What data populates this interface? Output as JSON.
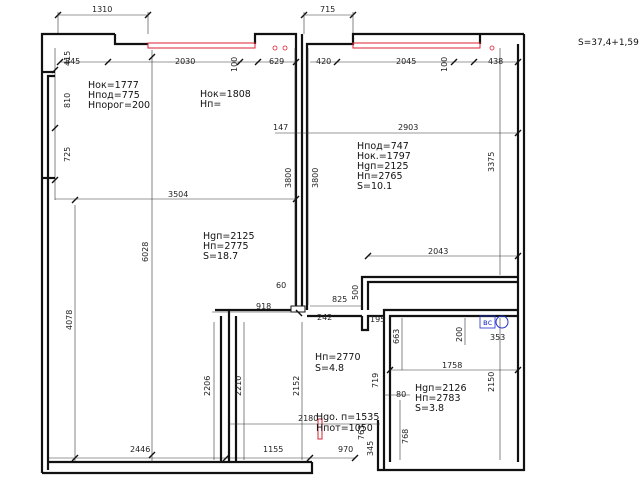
{
  "total_area": "S=37,4+1,59",
  "outer_dims": {
    "top_left": "1310",
    "top_right": "715",
    "left_top": "415",
    "left_810": "810",
    "left_725": "725",
    "left_4078": "4078",
    "bottom_2446": "2446",
    "bottom_1155": "1155",
    "bottom_970": "970"
  },
  "dims": {
    "d845": "845",
    "d2030": "2030",
    "d100a": "100",
    "d629": "629",
    "d420": "420",
    "d2045": "2045",
    "d100b": "100",
    "d438": "438",
    "d147": "147",
    "d2903": "2903",
    "d3800a": "3800",
    "d3800b": "3800",
    "d3375": "3375",
    "d3504": "3504",
    "d6028": "6028",
    "d2043": "2043",
    "d500": "500",
    "d825": "825",
    "d60": "60",
    "d918": "918",
    "d242": "242",
    "d195": "195",
    "d663": "663",
    "d200": "200",
    "d353": "353",
    "d1758": "1758",
    "d719": "719",
    "d80": "80",
    "d2150": "2150",
    "d2206": "2206",
    "d2210": "2210",
    "d2152": "2152",
    "d2180": "2180",
    "d763": "763",
    "d768": "768",
    "d345": "345"
  },
  "room_left_top": {
    "l1": "Нок=1777",
    "l2": "Нпод=775",
    "l3": "Нпорог=200"
  },
  "room_mid_top": {
    "l1": "Нок=1808",
    "l2": "Нп="
  },
  "room_right": {
    "l1": "Нпод=747",
    "l2": "Нок.=1797",
    "l3": "Нgп=2125",
    "l4": "Нп=2765",
    "l5": "S=10.1"
  },
  "room_big": {
    "l1": "Нgп=2125",
    "l2": "Нп=2775",
    "l3": "S=18.7"
  },
  "room_hall": {
    "l1": "Нп=2770",
    "l2": "S=4.8"
  },
  "room_bath": {
    "l1": "Нgп=2126",
    "l2": "Нп=2783",
    "l3": "S=3.8"
  },
  "door_note": {
    "l1": "Нgо. п=1535",
    "l2": "Нпот=1050"
  },
  "bc_label": "вс"
}
